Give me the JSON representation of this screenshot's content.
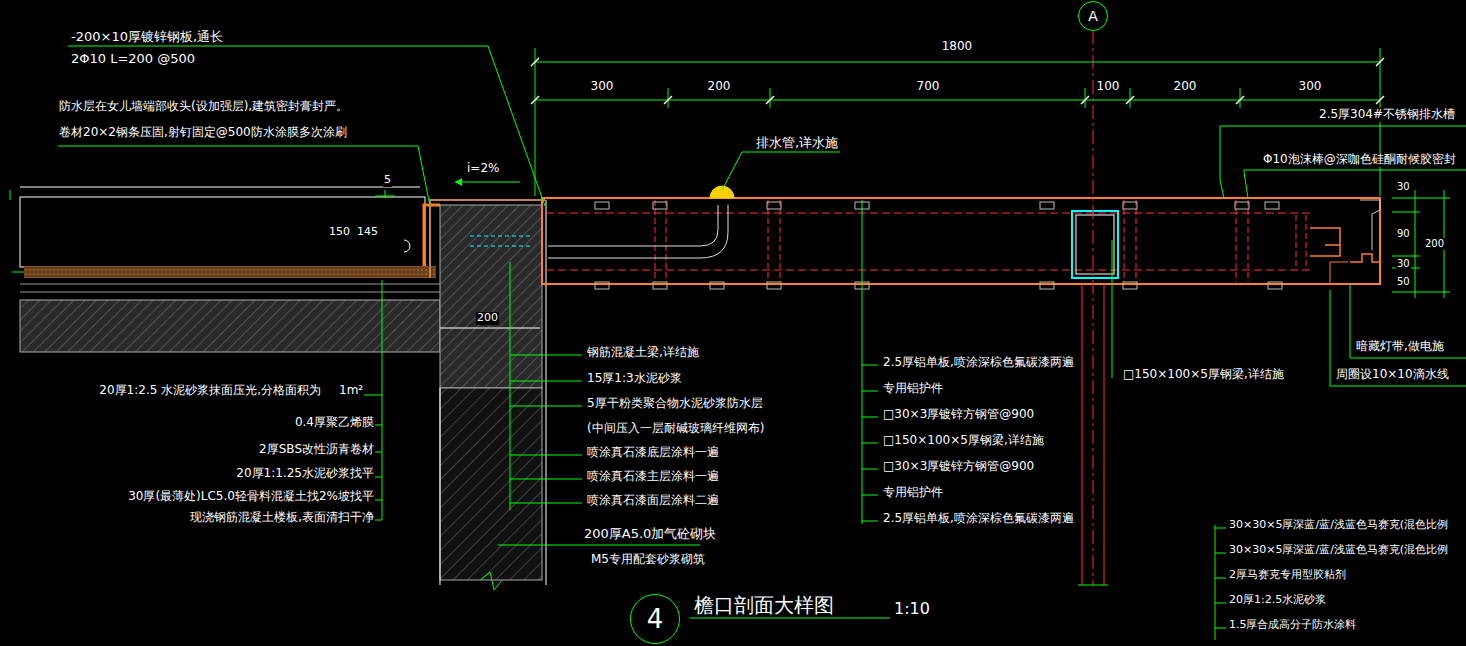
{
  "diagram": {
    "title": "檐口剖面大样图",
    "nodes": [
      {
        "text": [
          "A"
        ]
      },
      {
        "text": [
          "4"
        ]
      }
    ],
    "labels": [
      "-200×10厚镀锌钢板,通长",
      "2Φ10  L=200  @500",
      "防水层在女儿墙端部收头(设加强层),建筑密封膏封严。",
      "卷材20×2钢条压固,射钉固定@500防水涂膜多次涂刷",
      "i=2%",
      "5",
      "150",
      "145",
      "200",
      "1800",
      "300",
      "200",
      "700",
      "100",
      "200",
      "300",
      "排水管,详水施",
      "2.5厚304#不锈钢排水槽",
      "Φ10泡沫棒@深咖色硅酮耐候胶密封",
      "30",
      "90",
      "200",
      "30",
      "50",
      "暗藏灯带,做电施",
      "周圈设10×10滴水线",
      "□150×100×5厚钢梁,详结施",
      "2.5厚铝单板,喷涂深棕色氟碳漆两遍",
      "专用铝护件",
      "□30×3厚镀锌方钢管@900",
      "□150×100×5厚钢梁,详结施",
      "□30×3厚镀锌方钢管@900",
      "专用铝护件",
      "2.5厚铝单板,喷涂深棕色氟碳漆两遍",
      "钢筋混凝土梁,详结施",
      "15厚1:3水泥砂浆",
      "5厚干粉类聚合物水泥砂浆防水层",
      "(中间压入一层耐碱玻璃纤维网布)",
      "喷涂真石漆底层涂料一遍",
      "喷涂真石漆主层涂料一遍",
      "喷涂真石漆面层涂料二遍",
      "200厚A5.0加气砼砌块",
      "M5专用配套砂浆砌筑",
      "20厚1:2.5 水泥砂浆抹面压光,分格面积为",
      "1m²",
      "0.4厚聚乙烯膜",
      "2厚SBS改性沥青卷材",
      "20厚1:1.25水泥砂浆找平",
      "30厚(最薄处)LC5.0轻骨料混凝土找2%坡找平",
      "现浇钢筋混凝土楼板,表面清扫干净",
      "30×30×5厚深蓝/蓝/浅蓝色马赛克(混色比例",
      "30×30×5厚深蓝/蓝/浅蓝色马赛克(混色比例",
      "2厚马赛克专用型胶粘剂",
      "20厚1:2.5水泥砂浆",
      "1.5厚合成高分子防水涂料",
      "1:10"
    ]
  }
}
